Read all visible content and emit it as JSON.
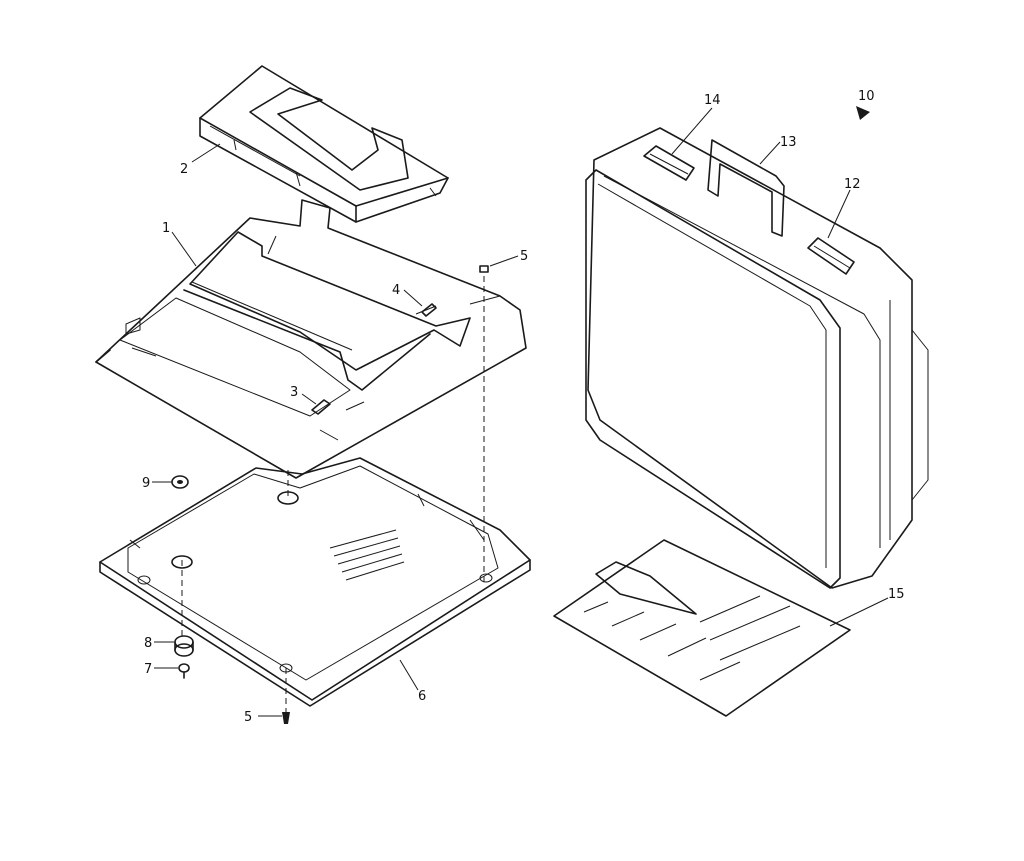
{
  "diagram": {
    "callouts": [
      {
        "id": "c1",
        "text": "1"
      },
      {
        "id": "c2",
        "text": "2"
      },
      {
        "id": "c3",
        "text": "3"
      },
      {
        "id": "c4",
        "text": "4"
      },
      {
        "id": "c5a",
        "text": "5"
      },
      {
        "id": "c5b",
        "text": "5"
      },
      {
        "id": "c6",
        "text": "6"
      },
      {
        "id": "c7",
        "text": "7"
      },
      {
        "id": "c8",
        "text": "8"
      },
      {
        "id": "c9",
        "text": "9"
      },
      {
        "id": "c10",
        "text": "10"
      },
      {
        "id": "c12",
        "text": "12"
      },
      {
        "id": "c13",
        "text": "13"
      },
      {
        "id": "c14",
        "text": "14"
      },
      {
        "id": "c15",
        "text": "15"
      }
    ]
  }
}
